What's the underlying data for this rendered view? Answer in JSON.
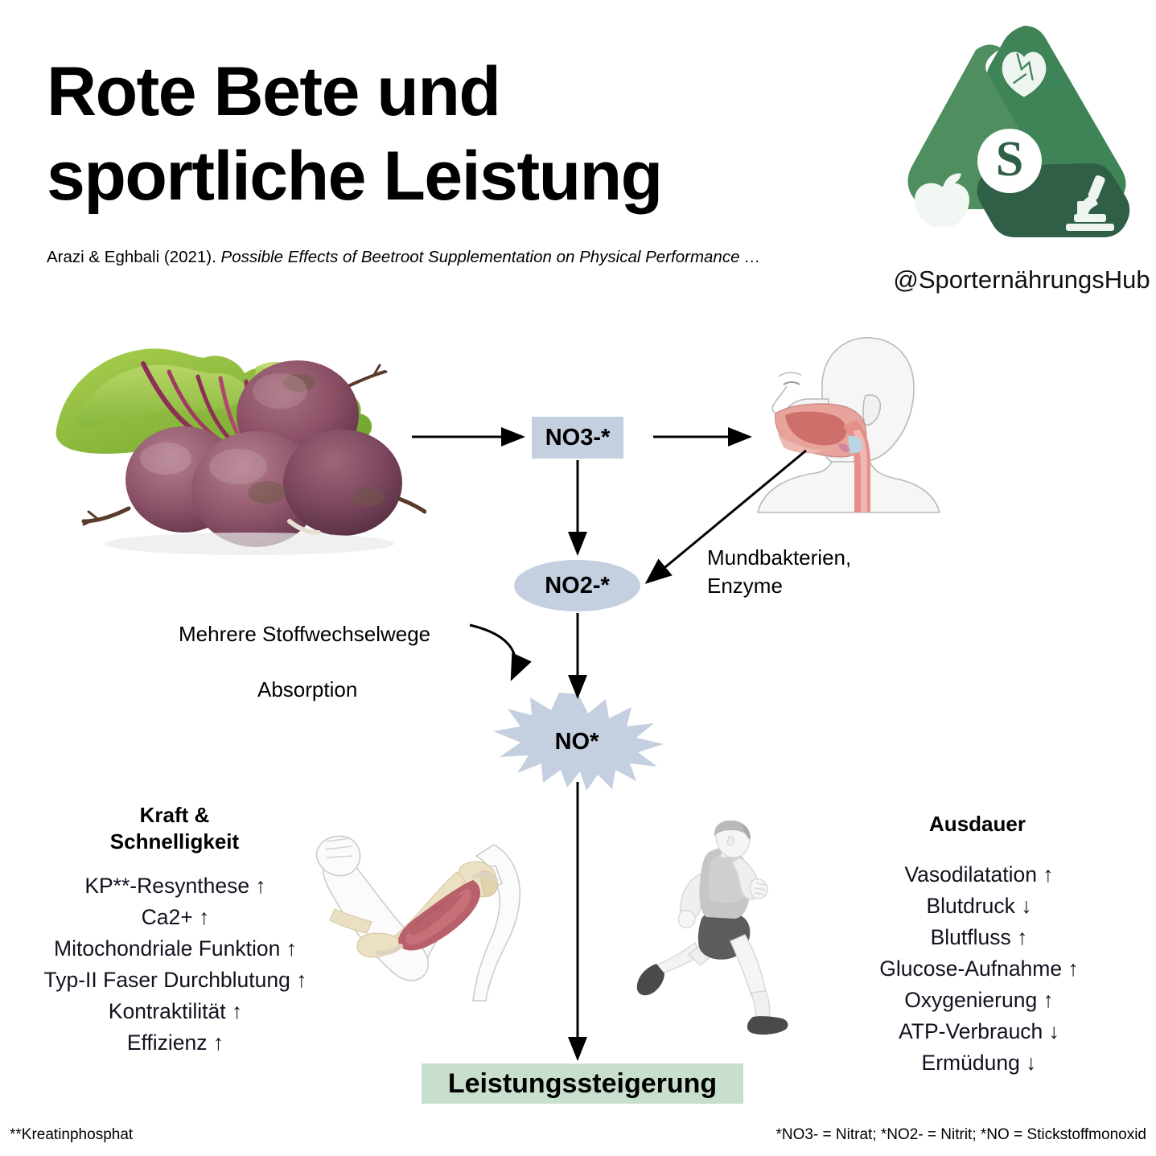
{
  "header": {
    "title_line1": "Rote Bete und",
    "title_line2": "sportliche Leistung",
    "citation_prefix": "Arazi & Eghbali (2021). ",
    "citation_italic": "Possible Effects of Beetroot Supplementation on Physical Performance …"
  },
  "logo": {
    "center_letter": "S",
    "handle": "@SporternährungsHub",
    "icons": [
      "heart-icon",
      "apple-icon",
      "microscope-icon"
    ],
    "colors": {
      "top": "#3f8457",
      "left": "#4f8f5f",
      "bottom": "#2f5f46"
    }
  },
  "flow": {
    "nodes": {
      "nitrate": "NO3-*",
      "nitrite": "NO2-*",
      "nitric_oxide": "NO*",
      "outcome": "Leistungssteigerung"
    },
    "labels": {
      "oral_bacteria": "Mundbakterien,\nEnzyme",
      "pathways": "Mehrere Stoffwechselwege",
      "absorption": "Absorption"
    },
    "node_colors": {
      "chemical": "#c4cfe0",
      "outcome": "#c9dfcd"
    }
  },
  "columns": {
    "left": {
      "heading": "Kraft &\nSchnelligkeit",
      "items": [
        "KP**-Resynthese ↑",
        "Ca2+ ↑",
        "Mitochondriale Funktion ↑",
        "Typ-II Faser Durchblutung ↑",
        "Kontraktilität ↑",
        "Effizienz ↑"
      ]
    },
    "right": {
      "heading": "Ausdauer",
      "items": [
        "Vasodilatation ↑",
        "Blutdruck ↓",
        "Blutfluss ↑",
        "Glucose-Aufnahme ↑",
        "Oxygenierung ↑",
        "ATP-Verbrauch ↓",
        "Ermüdung ↓"
      ]
    }
  },
  "footnotes": {
    "left": "**Kreatinphosphat",
    "right": "*NO3- = Nitrat; *NO2- = Nitrit; *NO = Stickstoffmonoxid"
  }
}
